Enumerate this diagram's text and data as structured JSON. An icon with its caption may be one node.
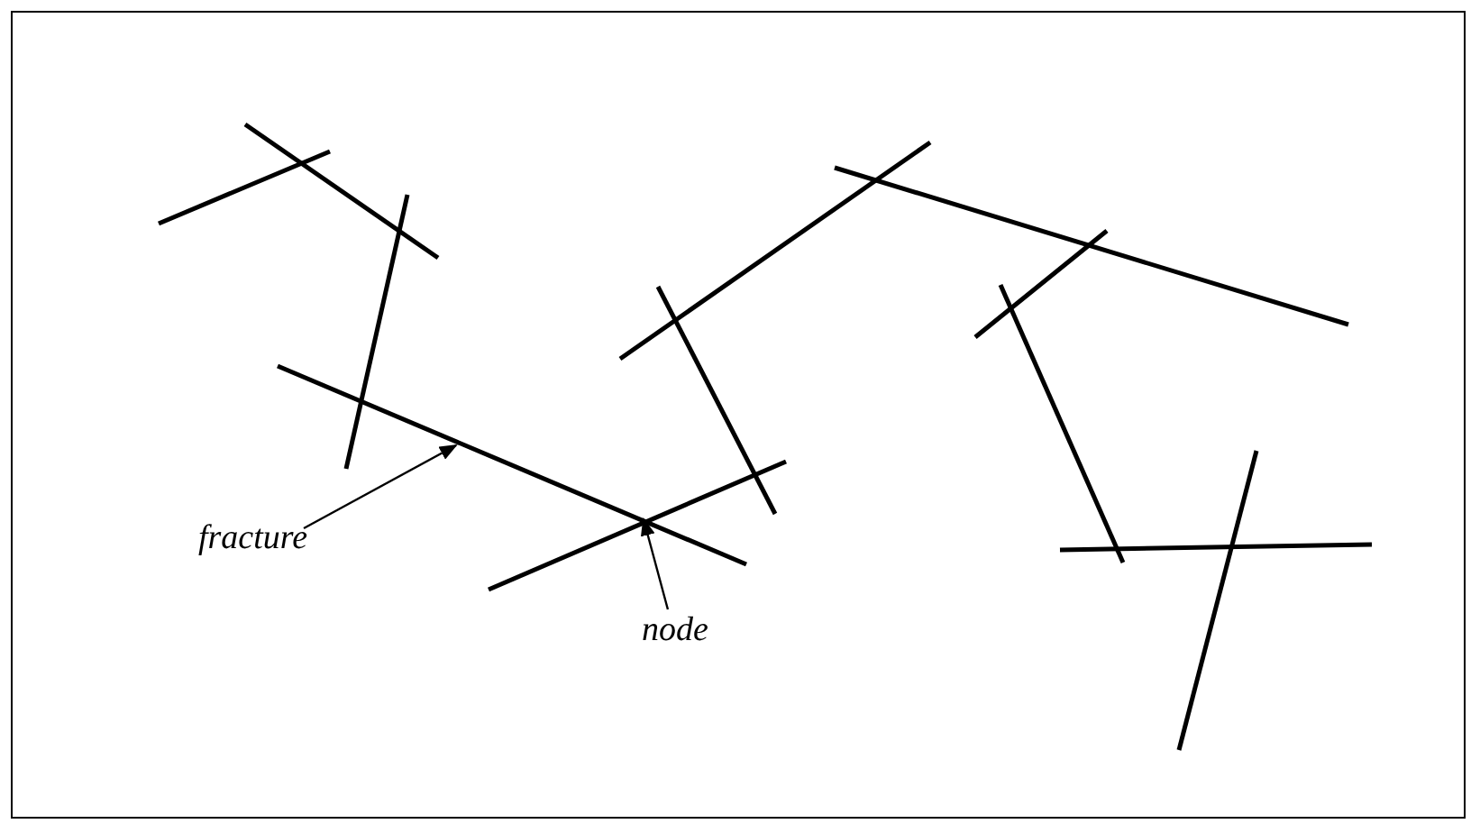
{
  "diagram": {
    "nodes": [
      {
        "text": [
          "fracture"
        ]
      },
      {
        "text": [
          "node"
        ]
      }
    ],
    "edges": [
      {
        "from": 0,
        "to": null,
        "arrow": "to"
      },
      {
        "from": 1,
        "to": null,
        "arrow": "to"
      }
    ]
  }
}
